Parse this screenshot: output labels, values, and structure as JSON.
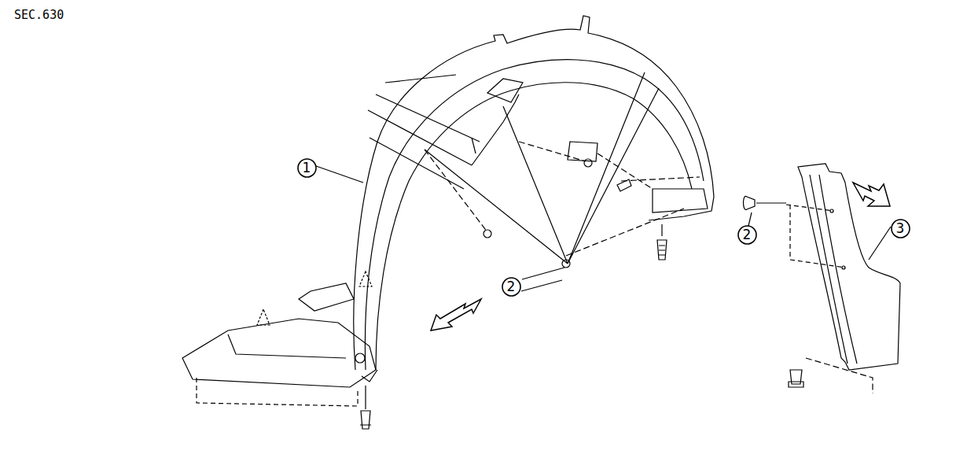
{
  "diagram": {
    "nodes": [
      {
        "text": [
          "1"
        ]
      },
      {
        "text": [
          "2"
        ]
      },
      {
        "text": [
          "2"
        ]
      },
      {
        "text": [
          "3"
        ]
      }
    ],
    "labels": [
      "SEC.630"
    ]
  }
}
